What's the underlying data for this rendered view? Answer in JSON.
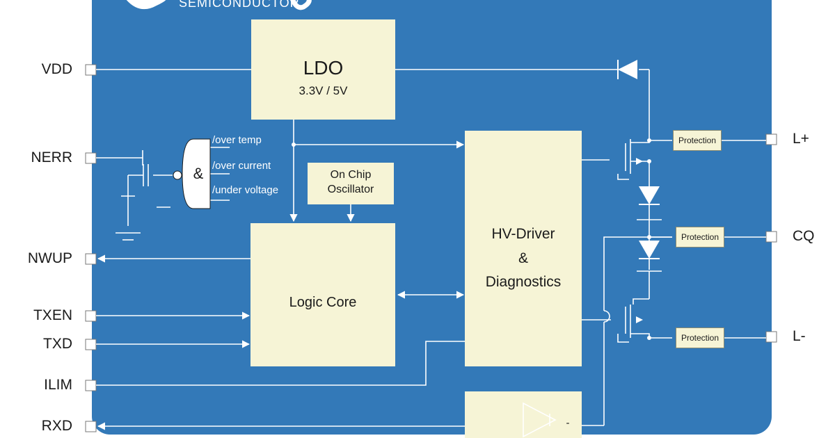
{
  "logo": {
    "text": "SEMICONDUCTOR"
  },
  "pins_left": {
    "vdd": "VDD",
    "nerr": "NERR",
    "nwup": "NWUP",
    "txen": "TXEN",
    "txd": "TXD",
    "ilim": "ILIM",
    "rxd": "RXD"
  },
  "pins_right": {
    "lplus": "L+",
    "cq": "CQ",
    "lminus": "L-"
  },
  "blocks": {
    "ldo": {
      "title": "LDO",
      "subtitle": "3.3V / 5V"
    },
    "oscillator": {
      "line1": "On Chip",
      "line2": "Oscillator"
    },
    "logic_core": {
      "title": "Logic Core"
    },
    "hv_driver": {
      "line1": "HV-Driver",
      "line2": "&",
      "line3": "Diagnostics"
    },
    "protection": "Protection",
    "and_gate": "&",
    "comparator_minus": "-"
  },
  "fault_flags": [
    "/over temp",
    "/over current",
    "/under voltage"
  ],
  "colors": {
    "chip": "#3379b8",
    "block": "#f6f4d6",
    "wire": "#ffffff"
  }
}
